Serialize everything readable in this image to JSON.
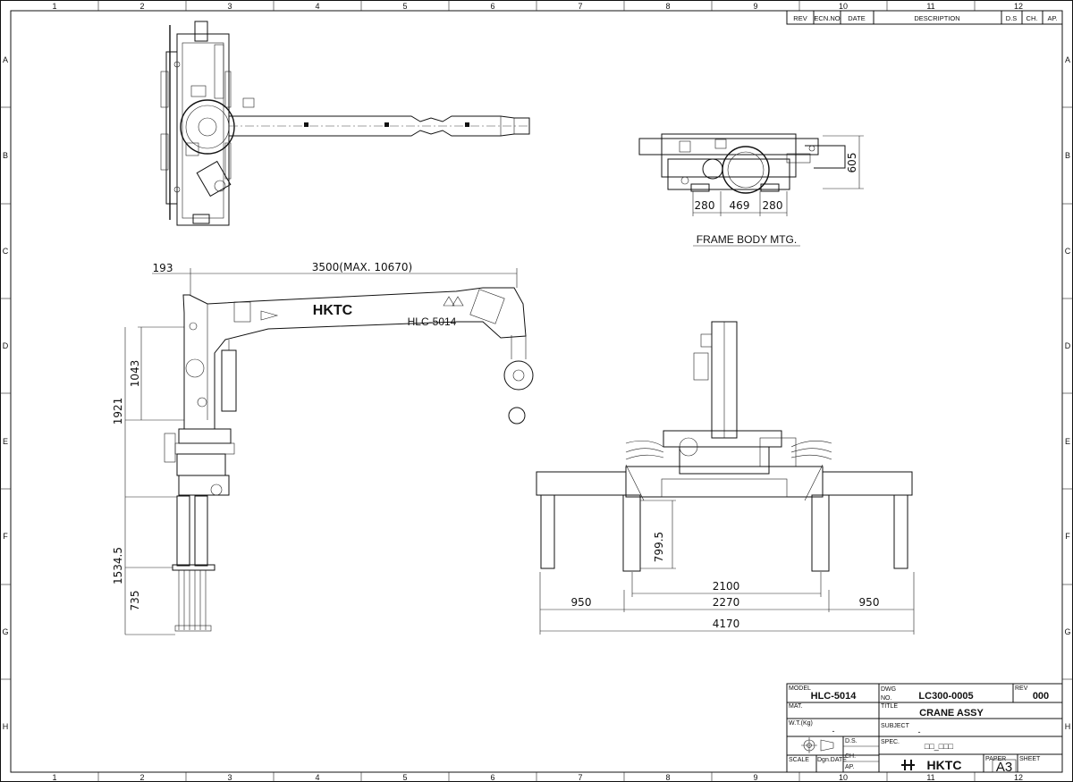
{
  "border": {
    "col_labels": [
      "1",
      "2",
      "3",
      "4",
      "5",
      "6",
      "7",
      "8",
      "9",
      "10",
      "11",
      "12"
    ],
    "row_labels": [
      "A",
      "B",
      "C",
      "D",
      "E",
      "F",
      "G",
      "H"
    ]
  },
  "revision_table": {
    "headers": [
      "REV",
      "ECN.NO",
      "DATE",
      "DESCRIPTION",
      "D.S",
      "CH.",
      "AP."
    ]
  },
  "views": {
    "frame_title": "FRAME BODY MTG.",
    "brand": "HKTC",
    "boom_model": "HLC-5014"
  },
  "dimensions": {
    "frame_height": "605",
    "frame_w1": "280",
    "frame_w2": "469",
    "frame_w3": "280",
    "side_offset": "193",
    "side_boom": "3500(MAX. 10670)",
    "side_1043": "1043",
    "side_1921": "1921",
    "side_1534": "1534.5",
    "side_735": "735",
    "front_799": "799.5",
    "front_2100": "2100",
    "front_950a": "950",
    "front_2270": "2270",
    "front_950b": "950",
    "front_4170": "4170"
  },
  "title_block": {
    "model_label": "MODEL",
    "model_value": "HLC-5014",
    "dwg_label": "DWG",
    "no_label": "NO.",
    "dwg_value": "LC300-0005",
    "rev_label": "REV",
    "rev_value": "000",
    "mat_label": "MAT.",
    "title_label": "TITLE",
    "title_value": "CRANE ASSY",
    "wt_label": "W.T.(Kg)",
    "wt_value": "-",
    "subject_label": "SUBJECT",
    "subject_value": "-",
    "spec_label": "SPEC.",
    "spec_value": "□□_□□□",
    "ds_label": "D.S.",
    "ch_label": "CH.",
    "ap_label": "AP.",
    "scale_label": "SCALE",
    "dgn_label": "Dgn.DATE",
    "brand": "HKTC",
    "paper_label": "PAPER",
    "paper_value": "A3",
    "sheet_label": "SHEET"
  }
}
